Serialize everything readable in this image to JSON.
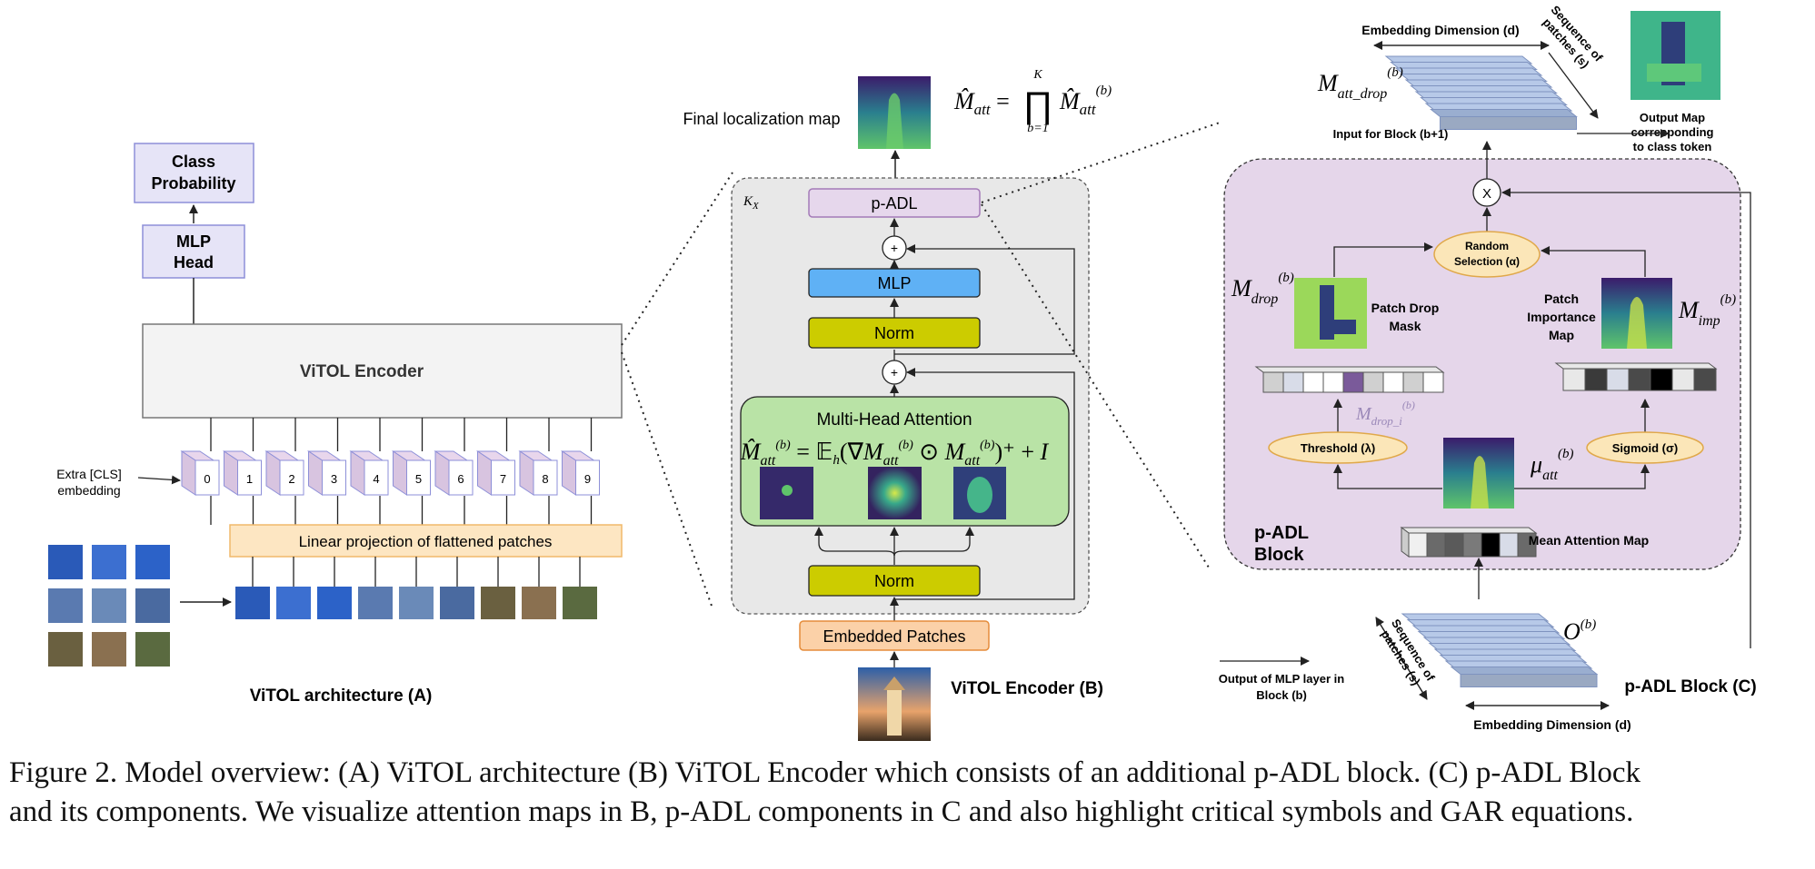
{
  "panel_a": {
    "class_probability": [
      "Class",
      "Probability"
    ],
    "mlp_head": [
      "MLP",
      "Head"
    ],
    "encoder": "ViTOL Encoder",
    "extra_cls": [
      "Extra [CLS]",
      "embedding"
    ],
    "tokens": [
      "0",
      "1",
      "2",
      "3",
      "4",
      "5",
      "6",
      "7",
      "8",
      "9"
    ],
    "linear_projection": "Linear projection of flattened patches",
    "label": "ViTOL architecture (A)"
  },
  "panel_b": {
    "final_map_label": "Final localization map",
    "equation_final": "M̂att = ∏ M̂att(b)",
    "eq_prod_top": "K",
    "eq_prod_bottom": "b=1",
    "kx": "Kx",
    "padl": "p-ADL",
    "plus": "+",
    "mlp": "MLP",
    "norm": "Norm",
    "mha_title": "Multi-Head Attention",
    "mha_equation": "M̂att(b) = 𝔼h(∇Matt(b) ⊙ Matt(b))⁺ + I",
    "embedded_patches": "Embedded Patches",
    "label": "ViTOL Encoder  (B)"
  },
  "panel_c": {
    "embedding_dimension_top": "Embedding Dimension (d)",
    "sequence_of_patches_top": [
      "Sequence of",
      "patches (s)"
    ],
    "matt_drop": "Matt_drop(b)",
    "input_next_block": "Input for Block (b+1)",
    "output_map": [
      "Output Map",
      "corresponding",
      "to class token"
    ],
    "multiply": "X",
    "random_selection": [
      "Random",
      "Selection (α)"
    ],
    "mdrop": "Mdrop(b)",
    "patch_drop_mask": [
      "Patch Drop",
      "Mask"
    ],
    "patch_importance_map": [
      "Patch",
      "Importance",
      "Map"
    ],
    "mimp": "Mimp(b)",
    "mdrop_i": "Mdrop_i(b)",
    "i_label": "i",
    "threshold": "Threshold (λ)",
    "sigmoid": "Sigmoid (σ)",
    "mu_att": "μatt(b)",
    "padl_block": [
      "p-ADL",
      "Block"
    ],
    "mean_attention_map": "Mean Attention Map",
    "o_b": "O(b)",
    "output_mlp": [
      "Output of MLP layer in",
      "Block (b)"
    ],
    "sequence_of_patches_bottom": [
      "Sequence of",
      "patches (s)"
    ],
    "embedding_dimension_bottom": "Embedding Dimension (d)",
    "label": "p-ADL Block (C)"
  },
  "caption": {
    "line1": "Figure 2. Model overview: (A) ViTOL architecture (B) ViTOL Encoder which consists of an additional p-ADL block. (C) p-ADL Block",
    "line2": "and its components. We visualize attention maps in B, p-ADL components in C and also highlight critical symbols and GAR equations."
  },
  "colors": {
    "lavender_box": "#e6e4f7",
    "encoder_fill": "#f3f3f3",
    "padl_region": "#e5d6ea",
    "encoder_b_region": "#e8e8e8",
    "mlp_blue": "#5fb1f5",
    "norm_olive": "#cccc00",
    "mha_green": "#b9e3a6",
    "embedded_orange": "#fbd1a8",
    "linear_proj": "#fde6c2",
    "oval_fill": "#fbe6b8",
    "stack_blue": "#b7c9e8"
  }
}
